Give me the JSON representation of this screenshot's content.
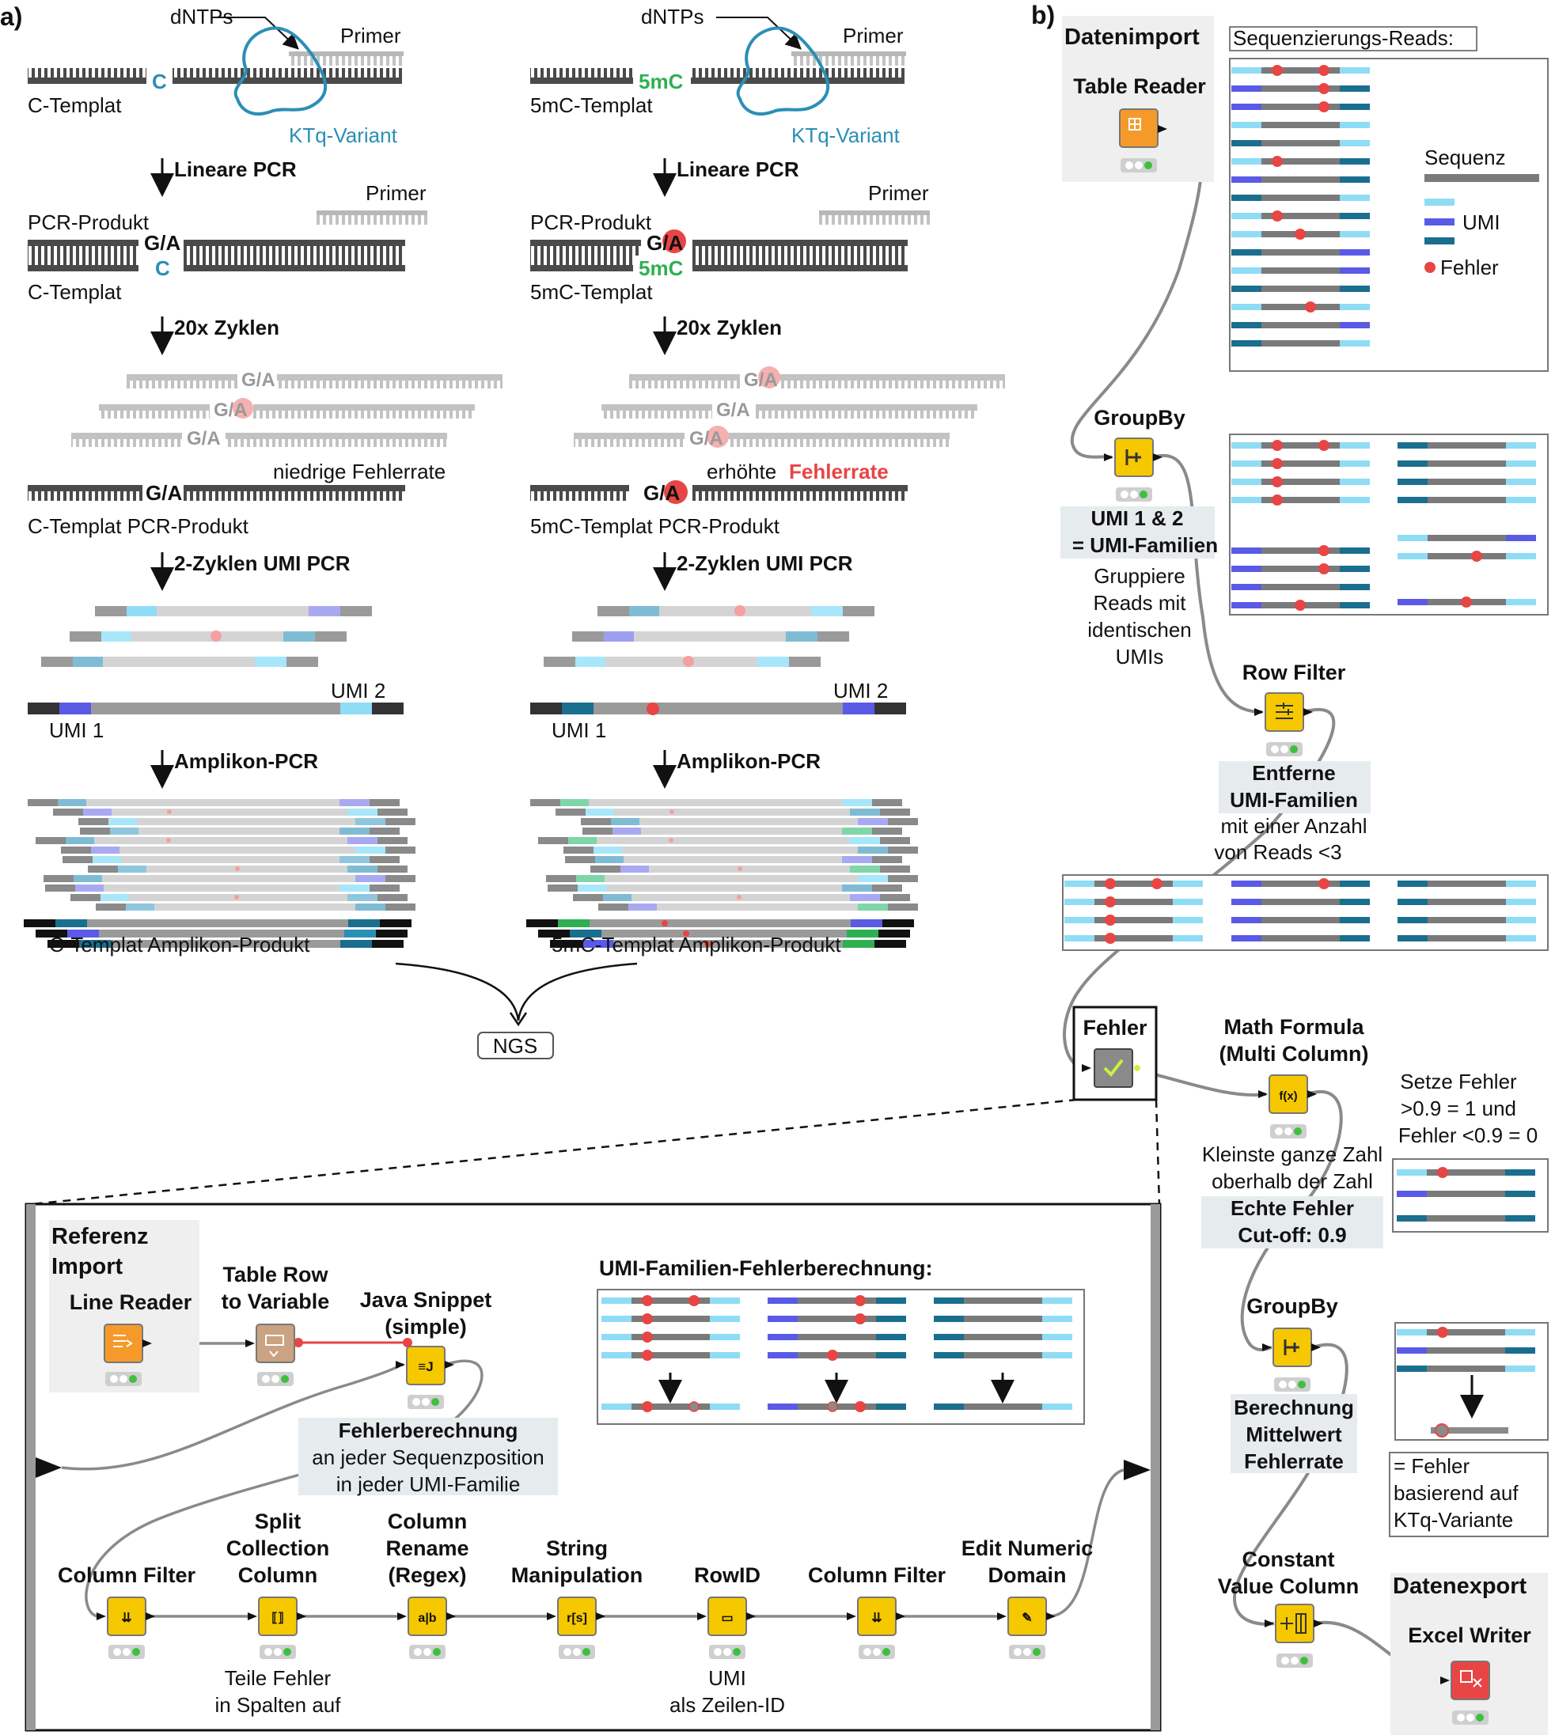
{
  "panel_a": {
    "label": "a)",
    "left": {
      "dntps": "dNTPs",
      "primer": "Primer",
      "base_c": "C",
      "template": "C-Templat",
      "ktq": "KTq-Variant",
      "step_linear": "Lineare PCR",
      "pcr_product": "PCR-Produkt",
      "primer2": "Primer",
      "ga": "G/A",
      "base_c2": "C",
      "template2": "C-Templat",
      "step_cycles": "20x Zyklen",
      "ga1": "G/A",
      "ga2": "G/A",
      "ga3": "G/A",
      "error_note": "niedrige Fehlerrate",
      "ga4": "G/A",
      "pcr_product_label": "C-Templat PCR-Produkt",
      "step_umi": "2-Zyklen UMI PCR",
      "umi2": "UMI 2",
      "umi1": "UMI 1",
      "step_amplicon": "Amplikon-PCR",
      "amplicon_label": "C-Templat Amplikon-Produkt"
    },
    "right": {
      "dntps": "dNTPs",
      "primer": "Primer",
      "base_c": "5mC",
      "template": "5mC-Templat",
      "ktq": "KTq-Variant",
      "step_linear": "Lineare PCR",
      "pcr_product": "PCR-Produkt",
      "primer2": "Primer",
      "ga": "G/A",
      "base_c2": "5mC",
      "template2": "5mC-Templat",
      "step_cycles": "20x Zyklen",
      "ga1": "G/A",
      "ga2": "G/A",
      "ga3": "G/A",
      "error_note_pre": "erhöhte",
      "error_note_hl": "Fehlerrate",
      "ga4": "G/A",
      "pcr_product_label": "5mC-Templat PCR-Produkt",
      "step_umi": "2-Zyklen UMI PCR",
      "umi2": "UMI 2",
      "umi1": "UMI 1",
      "step_amplicon": "Amplikon-PCR",
      "amplicon_label": "5mC-Templat Amplikon-Produkt"
    },
    "ngs": "NGS"
  },
  "panel_b": {
    "label": "b)",
    "datenimport": "Datenimport",
    "table_reader": "Table Reader",
    "reads_title": "Sequenzierungs-Reads:",
    "legend": {
      "sequenz": "Sequenz",
      "umi": "UMI",
      "fehler": "Fehler"
    },
    "groupby1": "GroupBy",
    "umi_families_1": "UMI 1 & 2",
    "umi_families_2": "= UMI-Familien",
    "group_desc": [
      "Gruppiere",
      "Reads mit",
      "identischen",
      "UMIs"
    ],
    "row_filter": "Row Filter",
    "rf_desc_b1": "Entferne",
    "rf_desc_b2": "UMI-Familien",
    "rf_desc": [
      "mit einer Anzahl",
      "von Reads <3"
    ],
    "fehler_node": "Fehler",
    "math_1": "Math Formula",
    "math_2": "(Multi Column)",
    "setze": [
      "Setze Fehler",
      ">0.9 = 1 und",
      "Fehler <0.9 = 0"
    ],
    "math_desc": [
      "Kleinste ganze Zahl",
      "oberhalb der Zahl"
    ],
    "math_desc_b1": "Echte Fehler",
    "math_desc_b2": "Cut-off: 0.9",
    "groupby2": "GroupBy",
    "mean_desc": [
      "Berechnung",
      "Mittelwert",
      "Fehlerrate"
    ],
    "fehler_box": [
      "= Fehler",
      "basierend auf",
      "KTq-Variante"
    ],
    "constant_1": "Constant",
    "constant_2": "Value Column",
    "datenexport": "Datenexport",
    "excel_writer": "Excel Writer"
  },
  "metanode": {
    "referenz_1": "Referenz",
    "referenz_2": "Import",
    "line_reader": "Line Reader",
    "trv_1": "Table Row",
    "trv_2": "to Variable",
    "java_1": "Java Snippet",
    "java_2": "(simple)",
    "umi_calc_title": "UMI-Familien-Fehlerberechnung:",
    "fb_title": "Fehlerberechnung",
    "fb_desc": [
      "an jeder Sequenzposition",
      "in jeder UMI-Familie"
    ],
    "nodes": [
      {
        "l1": "",
        "l2": "",
        "l3": "Column Filter"
      },
      {
        "l1": "Split",
        "l2": "Collection",
        "l3": "Column"
      },
      {
        "l1": "Column",
        "l2": "Rename",
        "l3": "(Regex)"
      },
      {
        "l1": "",
        "l2": "String",
        "l3": "Manipulation"
      },
      {
        "l1": "",
        "l2": "",
        "l3": "RowID"
      },
      {
        "l1": "",
        "l2": "",
        "l3": "Column Filter"
      },
      {
        "l1": "",
        "l2": "Edit Numeric",
        "l3": "Domain"
      }
    ],
    "split_desc": [
      "Teile Fehler",
      "in Spalten auf"
    ],
    "rowid_desc": [
      "UMI",
      "als Zeilen-ID"
    ]
  },
  "colors": {
    "dark_strand": "#4a4a4a",
    "light_strand": "#b8b8b8",
    "c_blue": "#2a8fb5",
    "mc_green": "#2eb052",
    "error_red": "#e84545",
    "umi_light": "#8fdcf5",
    "umi_mid": "#5a5ae6",
    "umi_dark": "#1a6e8e",
    "node_yellow": "#f5c800",
    "node_orange": "#f59a2a",
    "node_red": "#e84545",
    "node_brown": "#c9a382",
    "panel_bg": "#efefef",
    "label_bg": "#e6ecee"
  }
}
